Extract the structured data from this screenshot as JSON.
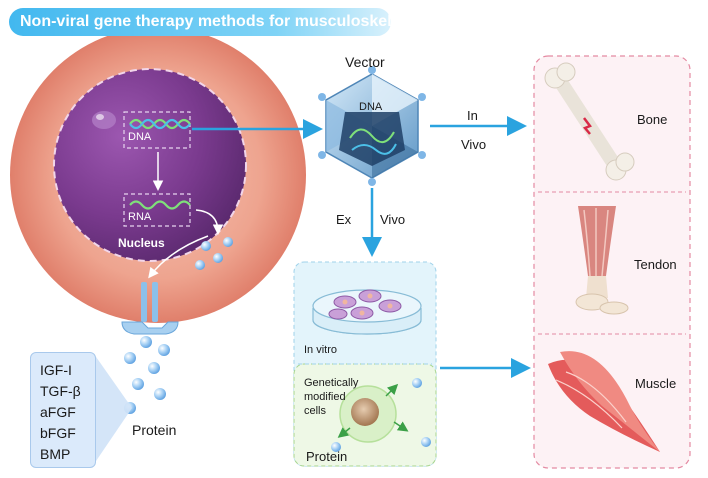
{
  "title": "Non-viral gene therapy methods for musculoskeletal disorder",
  "cell": {
    "dna_label": "DNA",
    "rna_label": "RNA",
    "nucleus_label": "Nucleus",
    "protein_label": "Protein"
  },
  "growth_factors": [
    "IGF-I",
    "TGF-β",
    "aFGF",
    "bFGF",
    "BMP"
  ],
  "vector": {
    "title": "Vector",
    "dna_label": "DNA"
  },
  "routes": {
    "in_vivo_line1": "In",
    "in_vivo_line2": "Vivo",
    "ex_vivo_line1": "Ex",
    "ex_vivo_line2": "Vivo"
  },
  "ex_vivo_panel": {
    "in_vitro_label": "In vitro",
    "modified_line1": "Genetically",
    "modified_line2": "modified",
    "modified_line3": "cells",
    "protein_label": "Protein"
  },
  "targets": [
    "Bone",
    "Tendon",
    "Muscle"
  ],
  "colors": {
    "title_bar": "#42b8ef",
    "arrow": "#2aa3df",
    "cell_outer": "#e98a7a",
    "nucleus": "#7a3a8e",
    "target_panel": "#fdf2f5",
    "target_border": "#e48aa2",
    "exvivo_panel": "#e3f4fb",
    "modified_panel": "#eef8e6"
  }
}
